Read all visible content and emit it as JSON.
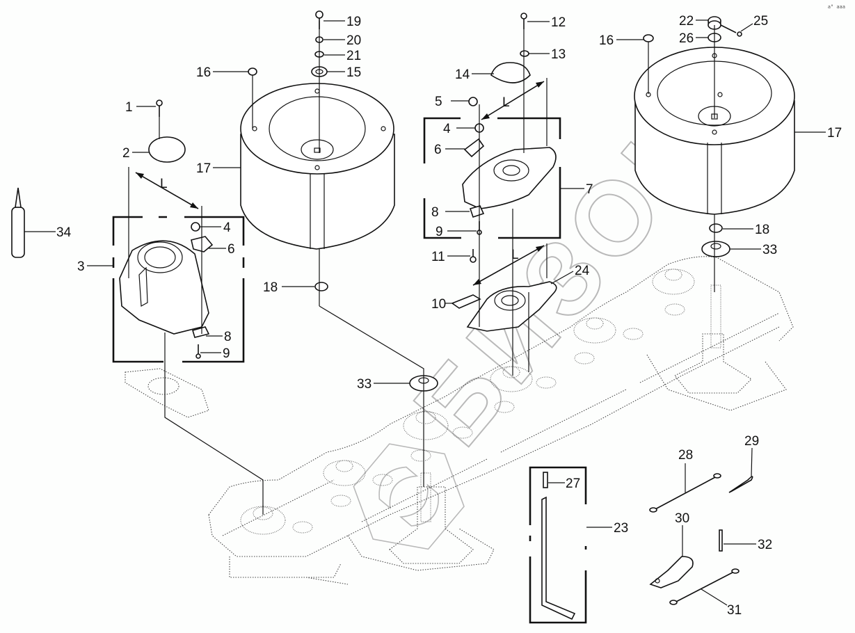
{
  "diagram": {
    "type": "exploded-parts-diagram",
    "corner_mark": "a° aaa",
    "watermark": "БИЗОН",
    "dimension_label": "L",
    "callouts": [
      {
        "id": "1",
        "label": "1"
      },
      {
        "id": "2",
        "label": "2"
      },
      {
        "id": "3",
        "label": "3"
      },
      {
        "id": "4a",
        "label": "4"
      },
      {
        "id": "4b",
        "label": "4"
      },
      {
        "id": "5",
        "label": "5"
      },
      {
        "id": "6a",
        "label": "6"
      },
      {
        "id": "6b",
        "label": "6"
      },
      {
        "id": "7",
        "label": "7"
      },
      {
        "id": "8a",
        "label": "8"
      },
      {
        "id": "8b",
        "label": "8"
      },
      {
        "id": "9a",
        "label": "9"
      },
      {
        "id": "9b",
        "label": "9"
      },
      {
        "id": "10",
        "label": "10"
      },
      {
        "id": "11",
        "label": "11"
      },
      {
        "id": "12",
        "label": "12"
      },
      {
        "id": "13",
        "label": "13"
      },
      {
        "id": "14",
        "label": "14"
      },
      {
        "id": "15",
        "label": "15"
      },
      {
        "id": "16a",
        "label": "16"
      },
      {
        "id": "16b",
        "label": "16"
      },
      {
        "id": "17a",
        "label": "17"
      },
      {
        "id": "17b",
        "label": "17"
      },
      {
        "id": "18a",
        "label": "18"
      },
      {
        "id": "18b",
        "label": "18"
      },
      {
        "id": "19",
        "label": "19"
      },
      {
        "id": "20",
        "label": "20"
      },
      {
        "id": "21",
        "label": "21"
      },
      {
        "id": "22",
        "label": "22"
      },
      {
        "id": "23",
        "label": "23"
      },
      {
        "id": "24",
        "label": "24"
      },
      {
        "id": "25",
        "label": "25"
      },
      {
        "id": "26",
        "label": "26"
      },
      {
        "id": "27",
        "label": "27"
      },
      {
        "id": "28",
        "label": "28"
      },
      {
        "id": "29",
        "label": "29"
      },
      {
        "id": "30",
        "label": "30"
      },
      {
        "id": "31",
        "label": "31"
      },
      {
        "id": "32",
        "label": "32"
      },
      {
        "id": "33a",
        "label": "33"
      },
      {
        "id": "33b",
        "label": "33"
      },
      {
        "id": "34",
        "label": "34"
      }
    ]
  }
}
